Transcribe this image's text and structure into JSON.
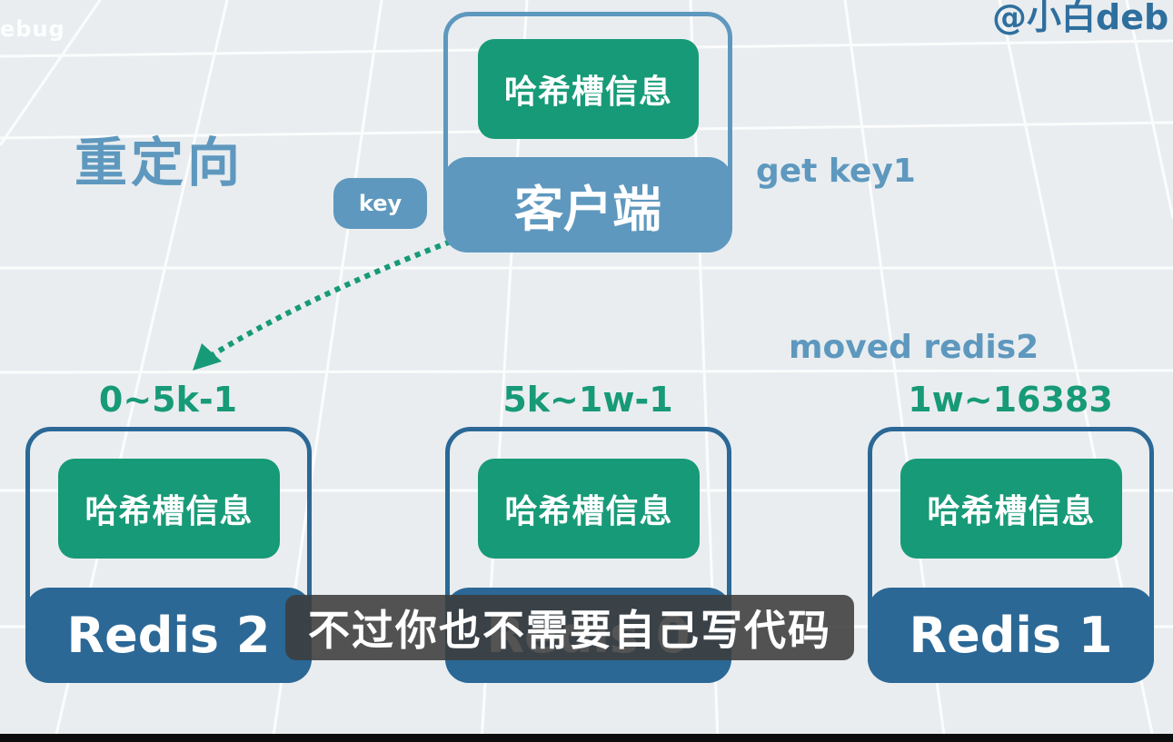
{
  "watermark": {
    "left": "ebug",
    "right": "@小白deb"
  },
  "title": "重定向",
  "key_label": "key",
  "command": "get key1",
  "response": "moved redis2",
  "client": {
    "slot_label": "哈希槽信息",
    "label": "客户端"
  },
  "nodes": [
    {
      "range": "0~5k-1",
      "slot_label": "哈希槽信息",
      "label": "Redis 2"
    },
    {
      "range": "5k~1w-1",
      "slot_label": "哈希槽信息",
      "label": "Redis 0"
    },
    {
      "range": "1w~16383",
      "slot_label": "哈希槽信息",
      "label": "Redis 1"
    }
  ],
  "subtitle": "不过你也不需要自己写代码",
  "colors": {
    "background": "#e9edf0",
    "client_blue": "#5e98be",
    "node_blue": "#2b6896",
    "slot_green": "#179a77",
    "arrow_green": "#179a77"
  }
}
